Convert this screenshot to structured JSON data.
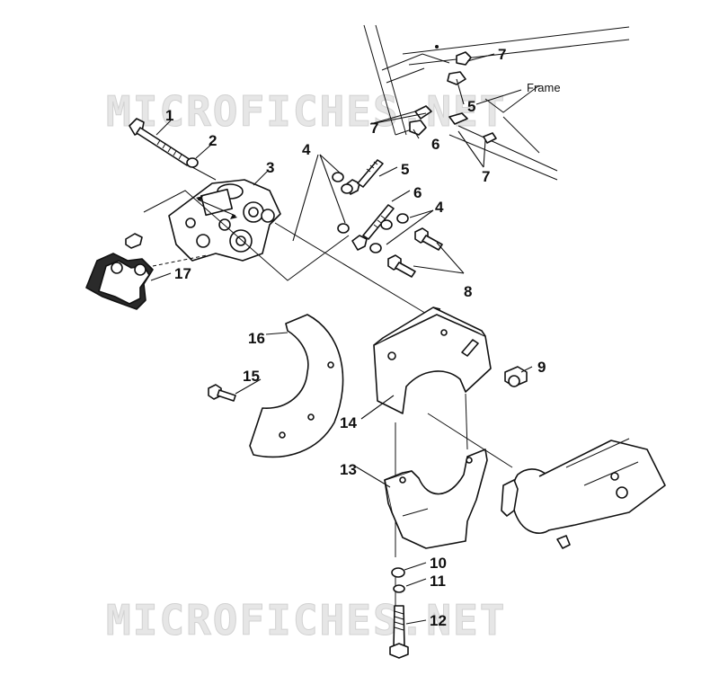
{
  "watermark": {
    "text_top": "MICROFICHES.NET",
    "text_bottom": "MICROFICHES.NET"
  },
  "labels": {
    "frame": "Frame"
  },
  "callouts": {
    "n1": "1",
    "n2": "2",
    "n3": "3",
    "n4a": "4",
    "n4b": "4",
    "n5a": "5",
    "n5b": "5",
    "n6a": "6",
    "n6b": "6",
    "n7a": "7",
    "n7b": "7",
    "n7c": "7",
    "n8": "8",
    "n9": "9",
    "n10": "10",
    "n11": "11",
    "n12": "12",
    "n13": "13",
    "n14": "14",
    "n15": "15",
    "n16": "16",
    "n17": "17"
  }
}
